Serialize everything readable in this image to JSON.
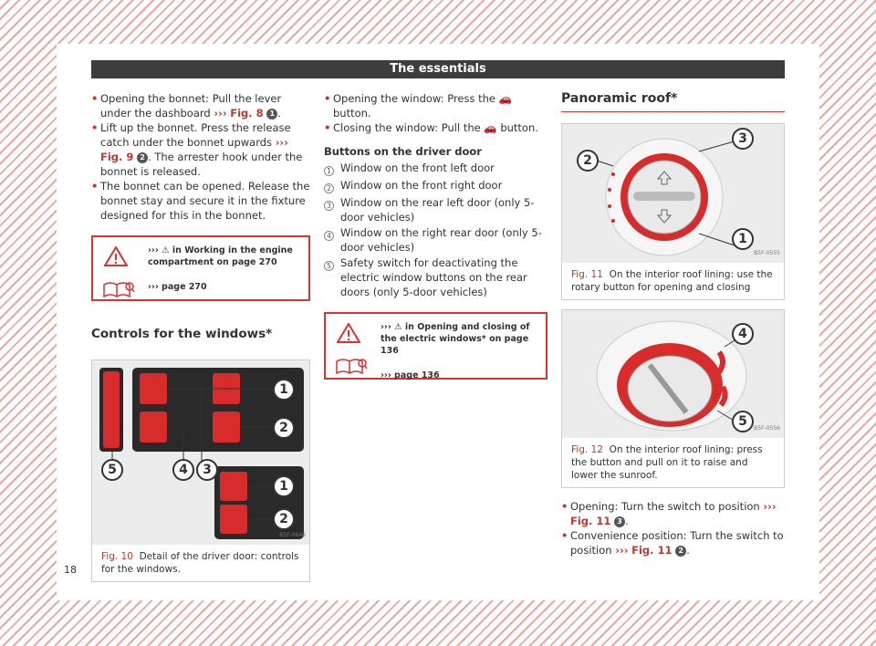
{
  "header": {
    "title": "The essentials"
  },
  "page_number": "18",
  "col1": {
    "bullet1": {
      "text": "Opening the bonnet: Pull the lever under the dashboard ",
      "arrows": "›››",
      "ref": "Fig. 8",
      "num": "1",
      "end": "."
    },
    "bullet2": {
      "text": "Lift up the bonnet. Press the release catch under the bonnet upwards ",
      "arrows": "›››",
      "ref": "Fig. 9",
      "num": "2",
      "end": ". The arrester hook under the bonnet is released."
    },
    "bullet3": {
      "text": "The bonnet can be opened. Release the bonnet stay and secure it in the fixture designed for this in the bonnet."
    },
    "warn": {
      "line1": "››› ⚠ in Working in the engine compartment on page 270",
      "line2": "››› page 270"
    },
    "section_title": "Controls for the windows*",
    "figure": {
      "label": "Fig. 10",
      "caption": "Detail of the driver door: controls for the windows.",
      "code": "B5F-0648"
    }
  },
  "col2": {
    "bullet1": "Opening the window: Press the 🚗 button.",
    "bullet2": "Closing the window: Pull the 🚗 button.",
    "buttons_title": "Buttons on the driver door",
    "items": [
      {
        "n": "1",
        "text": "Window on the front left door"
      },
      {
        "n": "2",
        "text": "Window on the front right door"
      },
      {
        "n": "3",
        "text": "Window on the rear left door (only 5-door vehicles)"
      },
      {
        "n": "4",
        "text": "Window on the right rear door (only 5-door vehicles)"
      },
      {
        "n": "5",
        "text": "Safety switch for deactivating the electric window buttons on the rear doors (only 5-door vehicles)"
      }
    ],
    "warn": {
      "line1": "››› ⚠ in Opening and closing of the electric windows* on page 136",
      "line2": "››› page 136"
    }
  },
  "col3": {
    "section_title": "Panoramic roof*",
    "fig11": {
      "label": "Fig. 11",
      "caption": "On the interior roof lining: use the rotary button for opening and closing",
      "code": "B5F-0555"
    },
    "fig12": {
      "label": "Fig. 12",
      "caption": "On the interior roof lining: press the button and pull on it to raise and lower the sunroof.",
      "code": "B5F-0556"
    },
    "bullet1": {
      "text": "Opening: Turn the switch to position ",
      "arrows": "›››",
      "ref": "Fig. 11",
      "num": "3",
      "end": "."
    },
    "bullet2": {
      "text": "Convenience position: Turn the switch to position ",
      "arrows": "›››",
      "ref": "Fig. 11",
      "num": "2",
      "end": "."
    }
  },
  "colors": {
    "accent": "#c0392b",
    "header_bg": "#3d3d3d",
    "warn_border": "#e03030"
  },
  "icons": [
    "warning-icon",
    "book-icon",
    "window-button-icon"
  ]
}
